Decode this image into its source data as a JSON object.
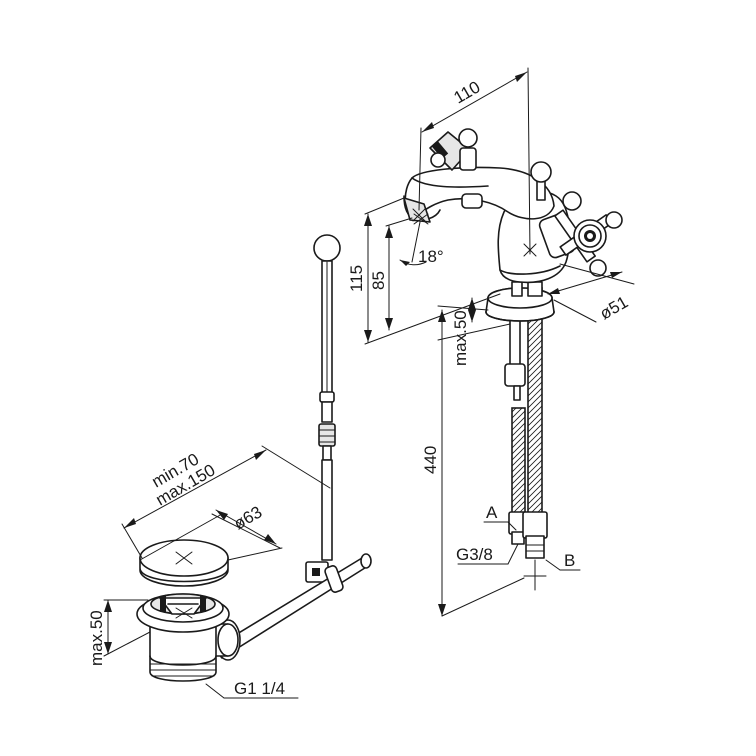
{
  "dimensions": {
    "body_width": "110",
    "spout_height": "115",
    "spout_clearance": "85",
    "spout_angle": "18°",
    "escutcheon_diameter": "ø51",
    "mount_thickness_faucet": "max.50",
    "hose_length": "440",
    "inlet_thread": "G3/8",
    "waste_reach_min": "min.70",
    "waste_reach_max": "max.150",
    "waste_diameter": "ø63",
    "mount_thickness_waste": "max.50",
    "waste_thread": "G1 1/4"
  },
  "callouts": {
    "hose_a": "A",
    "hose_b": "B"
  }
}
